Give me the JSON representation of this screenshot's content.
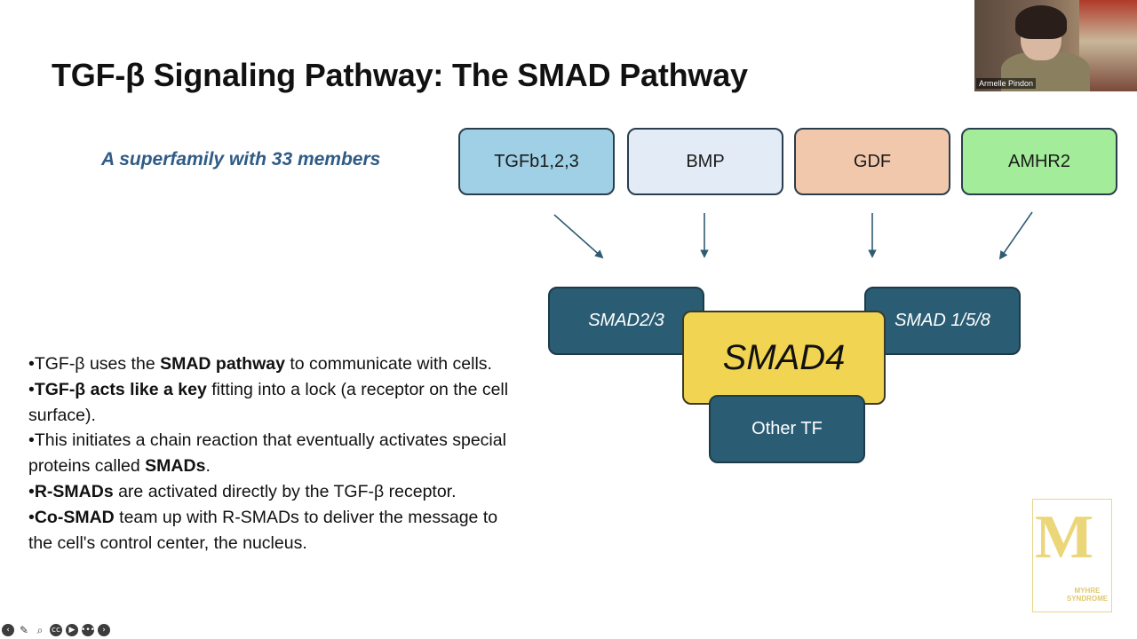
{
  "slide": {
    "title": "TGF-β Signaling Pathway: The SMAD Pathway",
    "subtitle": "A superfamily with 33 members"
  },
  "ligands": [
    {
      "label": "TGFb1,2,3",
      "color": "#9fd0e6"
    },
    {
      "label": "BMP",
      "color": "#e3ecf6"
    },
    {
      "label": "GDF",
      "color": "#f2c8ad"
    },
    {
      "label": "AMHR2",
      "color": "#a3ec9a"
    }
  ],
  "smads": {
    "r_smad_left": "SMAD2/3",
    "r_smad_right": "SMAD 1/5/8",
    "co_smad": "SMAD4",
    "other": "Other TF"
  },
  "bullets": [
    [
      {
        "t": "•TGF-β uses the "
      },
      {
        "t": "SMAD pathway",
        "b": true
      },
      {
        "t": " to communicate with cells."
      }
    ],
    [
      {
        "t": "•"
      },
      {
        "t": "TGF-β acts like a key",
        "b": true
      },
      {
        "t": " fitting into a lock (a receptor on the cell surface)."
      }
    ],
    [
      {
        "t": "•This initiates a chain reaction that eventually activates special proteins called "
      },
      {
        "t": "SMADs",
        "b": true
      },
      {
        "t": "."
      }
    ],
    [
      {
        "t": "•"
      },
      {
        "t": "R-SMADs",
        "b": true
      },
      {
        "t": " are activated directly by the TGF-β receptor."
      }
    ],
    [
      {
        "t": "•"
      },
      {
        "t": "Co-SMAD",
        "b": true
      },
      {
        "t": " team up with R-SMADs to deliver the message to the cell's control center, the nucleus."
      }
    ]
  ],
  "video": {
    "participant_name": "Armelle Pindon"
  },
  "logo": {
    "letter": "M",
    "text_lines": [
      "MYHRE",
      "SYNDROME"
    ]
  },
  "toolbar": {
    "icons": [
      "back-arrow-icon",
      "pen-icon",
      "zoom-icon",
      "captions-icon",
      "video-icon",
      "more-icon",
      "forward-arrow-icon"
    ],
    "glyphs": [
      "‹",
      "✎",
      "⌕",
      "cc",
      "▶",
      "•••",
      "›"
    ]
  },
  "colors": {
    "smad_teal": "#2a5d73",
    "smad4_yellow": "#f1d451",
    "subtitle_blue": "#2f5b85",
    "arrow": "#2f5b73"
  }
}
